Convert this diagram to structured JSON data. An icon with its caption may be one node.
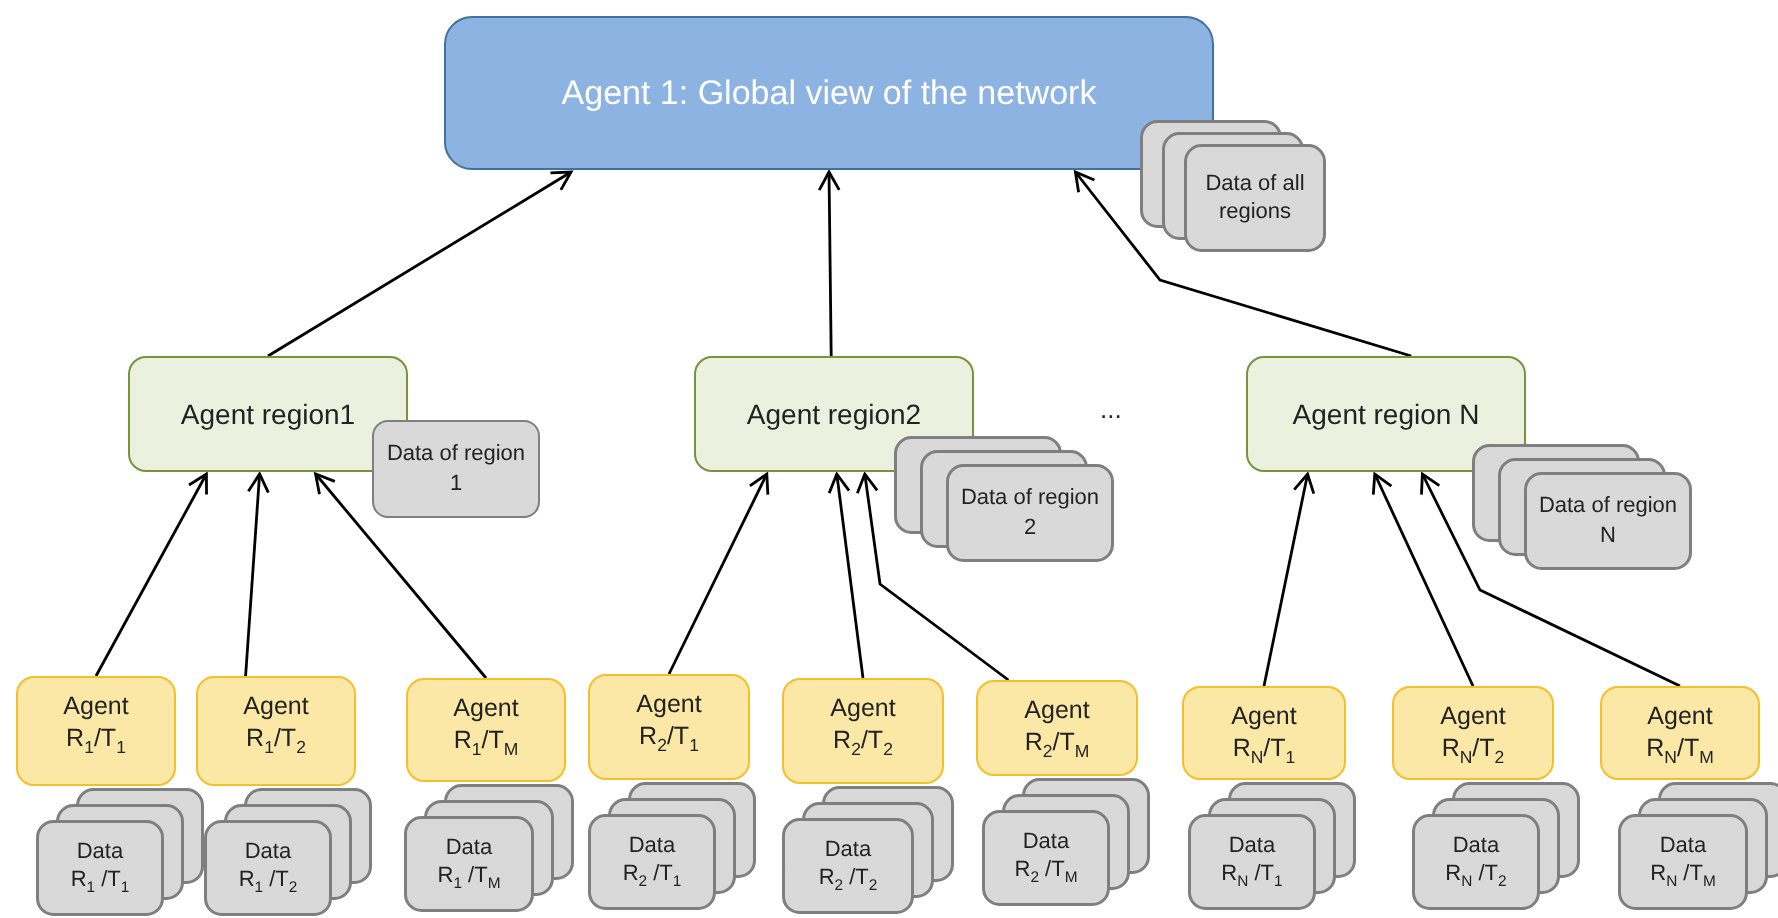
{
  "diagram": {
    "nodes": [
      {
        "text": [
          "Agent 1: Global view of the network"
        ]
      },
      {
        "text": [
          "Data of  all regions"
        ]
      },
      {
        "text": [
          "Agent region1"
        ]
      },
      {
        "text": [
          "Data of region 1"
        ]
      },
      {
        "text": [
          "Agent region2"
        ]
      },
      {
        "text": [
          "Data of region 2"
        ]
      },
      {
        "text": [
          "Agent region N"
        ]
      },
      {
        "text": [
          "Data of region N"
        ]
      },
      {
        "text": [
          "Agent R$_{1}$/T$_{1}$"
        ]
      },
      {
        "text": [
          "Data R$_{1}$ /T$_{1}$"
        ]
      },
      {
        "text": [
          "Agent R$_{1}$/T$_{2}$"
        ]
      },
      {
        "text": [
          "Data R$_{1}$ /T$_{2}$"
        ]
      },
      {
        "text": [
          "Agent R$_{1}$/T$_{M}$"
        ]
      },
      {
        "text": [
          "Data R$_{1}$ /T$_{M}$"
        ]
      },
      {
        "text": [
          "Agent R$_{2}$/T$_{1}$"
        ]
      },
      {
        "text": [
          "Data R$_{2}$ /T$_{1}$"
        ]
      },
      {
        "text": [
          "Agent R$_{2}$/T$_{2}$"
        ]
      },
      {
        "text": [
          "Data R$_{2}$ /T$_{2}$"
        ]
      },
      {
        "text": [
          "Agent R$_{2}$/T$_{M}$"
        ]
      },
      {
        "text": [
          "Data R$_{2}$ /T$_{M}$"
        ]
      },
      {
        "text": [
          "Agent R$_{N}$/T$_{1}$"
        ]
      },
      {
        "text": [
          "Data R$_{N}$ /T$_{1}$"
        ]
      },
      {
        "text": [
          "Agent R$_{N}$/T$_{2}$"
        ]
      },
      {
        "text": [
          "Data R$_{N}$ /T$_{2}$"
        ]
      },
      {
        "text": [
          "Agent R$_{N}$/T$_{M}$"
        ]
      },
      {
        "text": [
          "Data R$_{N}$ /T$_{M}$"
        ]
      }
    ],
    "edges": [
      {
        "from": 2,
        "to": 0,
        "arrow": "to"
      },
      {
        "from": 4,
        "to": 0,
        "arrow": "to"
      },
      {
        "from": 6,
        "to": 0,
        "arrow": "to"
      },
      {
        "from": 8,
        "to": 2,
        "arrow": "to"
      },
      {
        "from": 10,
        "to": 2,
        "arrow": "to"
      },
      {
        "from": 12,
        "to": 2,
        "arrow": "to"
      },
      {
        "from": 14,
        "to": 4,
        "arrow": "to"
      },
      {
        "from": 16,
        "to": 4,
        "arrow": "to"
      },
      {
        "from": 18,
        "to": 4,
        "arrow": "to"
      },
      {
        "from": 20,
        "to": 6,
        "arrow": "to"
      },
      {
        "from": 22,
        "to": 6,
        "arrow": "to"
      },
      {
        "from": 24,
        "to": 6,
        "arrow": "to"
      }
    ],
    "labels": [
      "..."
    ]
  }
}
